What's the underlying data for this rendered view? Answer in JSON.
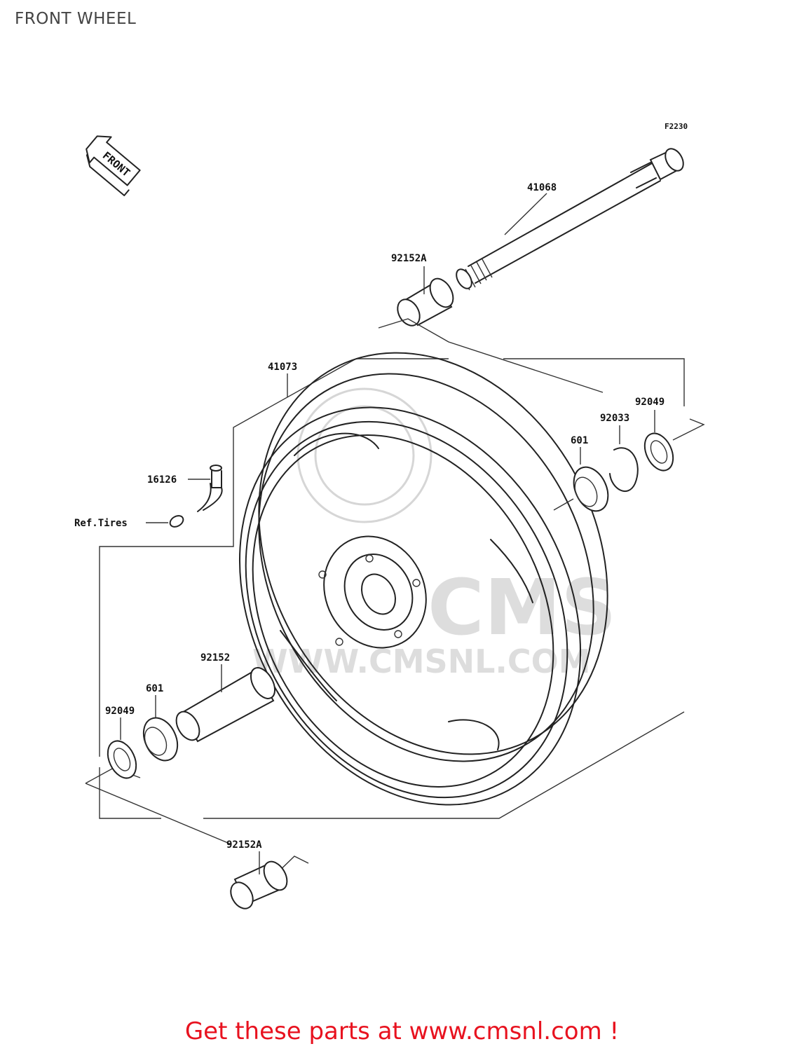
{
  "header": {
    "title": "FRONT WHEEL"
  },
  "diagram": {
    "ref_code": "F2230",
    "front_marker": "FRONT",
    "watermark": {
      "brand": "CMS",
      "url": "WWW.CMSNL.COM"
    },
    "callouts": [
      {
        "part": "41068"
      },
      {
        "part": "92152A"
      },
      {
        "part": "41073"
      },
      {
        "part": "92049"
      },
      {
        "part": "92033"
      },
      {
        "part": "601"
      },
      {
        "part": "16126"
      },
      {
        "part": "Ref.Tires"
      },
      {
        "part": "92152"
      },
      {
        "part": "601"
      },
      {
        "part": "92049"
      },
      {
        "part": "92152A"
      }
    ]
  },
  "footer": {
    "cta": "Get these parts at www.cmsnl.com !",
    "color": "#e8121f"
  }
}
